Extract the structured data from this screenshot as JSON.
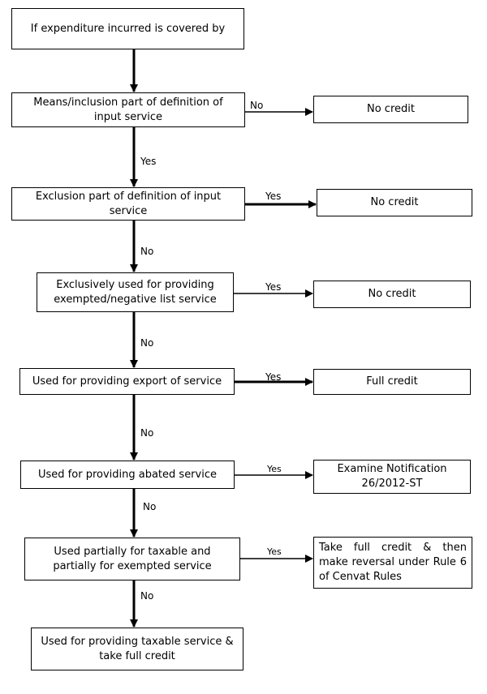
{
  "start": "If expenditure incurred is covered by",
  "decisions": [
    "Means/inclusion part of definition of input service",
    "Exclusion part of definition of input service",
    "Exclusively used for providing exempted/negative list service",
    "Used for providing export of service",
    "Used for providing abated service",
    "Used partially for taxable and partially for exempted service"
  ],
  "outcomes": [
    "No credit",
    "No credit",
    "No credit",
    "Full credit",
    "Examine Notification 26/2012-ST",
    "Take full credit & then make reversal under Rule 6 of Cenvat Rules"
  ],
  "final": "Used for providing taxable service & take full credit",
  "side_labels": [
    "No",
    "Yes",
    "Yes",
    "Yes",
    "Yes",
    "Yes"
  ],
  "down_labels": [
    "Yes",
    "No",
    "No",
    "No",
    "No",
    "No"
  ]
}
